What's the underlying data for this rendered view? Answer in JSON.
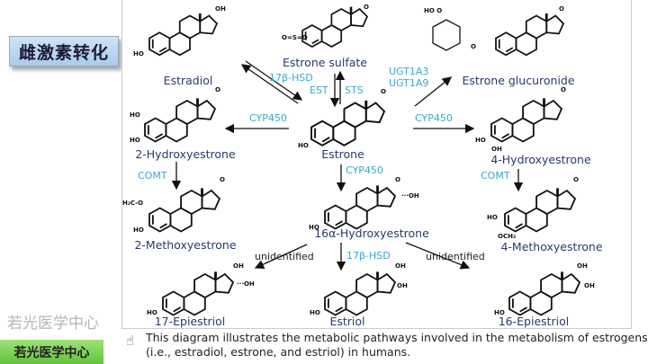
{
  "title": "雌激素转化",
  "compounds": {
    "estradiol": "Estradiol",
    "estrone_sulfate": "Estrone sulfate",
    "estrone_glucuronide": "Estrone glucuronide",
    "hydroxyestrone2": "2-Hydroxyestrone",
    "estrone": "Estrone",
    "hydroxyestrone4": "4-Hydroxyestrone",
    "methoxyestrone2": "2-Methoxyestrone",
    "hydroxyestrone16a": "16α-Hydroxyestrone",
    "methoxyestrone4": "4-Methoxyestrone",
    "epiestriol17": "17-Epiestriol",
    "estriol": "Estriol",
    "epiestriol16": "16-Epiestriol"
  },
  "enzymes": {
    "hsd17b_top": "17β-HSD",
    "est": "EST",
    "sts": "STS",
    "ugt1a3": "UGT1A3",
    "ugt1a9": "UGT1A9",
    "cyp450_left": "CYP450",
    "cyp450_right": "CYP450",
    "cyp450_down": "CYP450",
    "comt_left": "COMT",
    "comt_right": "COMT",
    "hsd17b_bottom": "17β-HSD",
    "unidentified_left": "unidentified",
    "unidentified_right": "unidentified"
  },
  "caption": "This diagram illustrates the metabolic pathways involved in the metabolism of estrogens (i.e., estradiol, estrone, and estriol) in humans.",
  "watermark": "若光医学中心",
  "badge": "若光医学中心",
  "colors": {
    "enzyme": "#3aa7c8",
    "compound": "#2a3a6a"
  }
}
